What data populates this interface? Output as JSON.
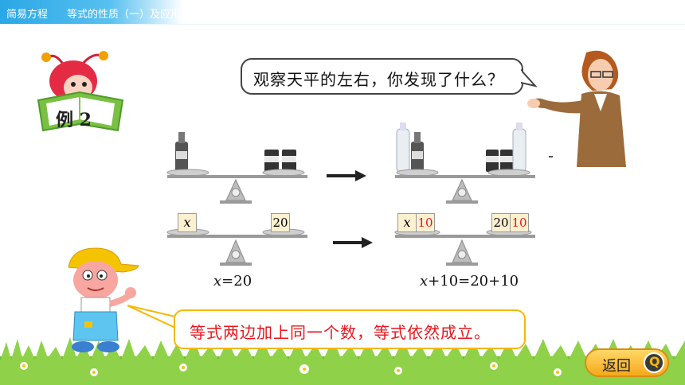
{
  "header": {
    "section": "简易方程",
    "lesson": "等式的性质（一）及应用"
  },
  "example_badge": {
    "text": "例 2"
  },
  "teacher_bubble": {
    "text": "观察天平的左右，你发现了什么？"
  },
  "scale_labels": {
    "x": "x",
    "twenty": "20",
    "ten": "10"
  },
  "equations": {
    "left": {
      "var": "x",
      "rest": "=20"
    },
    "right": {
      "var": "x",
      "rest": "+10=20+10"
    }
  },
  "boy_bubble": {
    "text": "等式两边加上同一个数，等式依然成立。"
  },
  "back_button": {
    "label": "返回",
    "icon_letter": "Q"
  },
  "colors": {
    "accent_blue": "#2aa7e6",
    "red_text": "#e8161c",
    "button_orange": "#f4a91c"
  }
}
